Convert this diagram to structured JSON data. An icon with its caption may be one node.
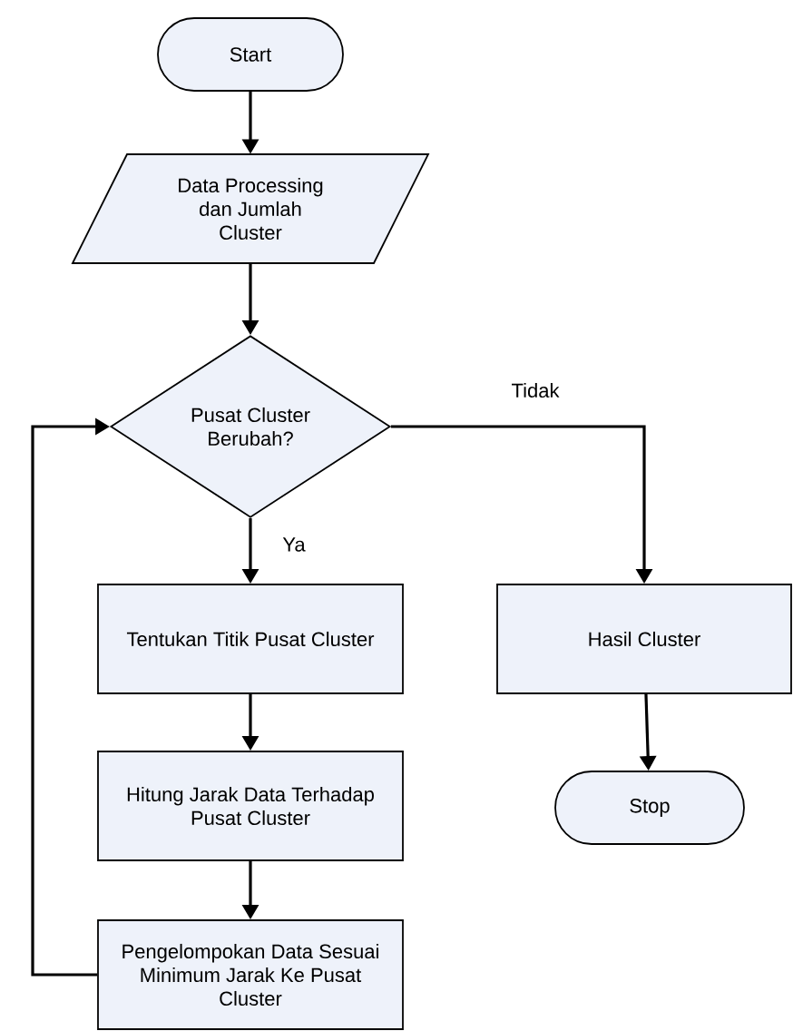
{
  "diagram": {
    "nodes": [
      {
        "text": [
          "Start"
        ]
      },
      {
        "text": [
          "Data Processing dan Jumlah Cluster"
        ]
      },
      {
        "text": [
          "Pusat Cluster Berubah?"
        ]
      },
      {
        "text": [
          "Tentukan Titik Pusat Cluster"
        ]
      },
      {
        "text": [
          "Hitung Jarak Data Terhadap Pusat Cluster"
        ]
      },
      {
        "text": [
          "Pengelompokan Data Sesuai Minimum Jarak Ke Pusat Cluster"
        ]
      },
      {
        "text": [
          "Hasil Cluster"
        ]
      },
      {
        "text": [
          "Stop"
        ]
      }
    ],
    "edges": [
      {
        "from": 0,
        "to": 1,
        "arrow": "to"
      },
      {
        "from": 1,
        "to": 2,
        "arrow": "to"
      },
      {
        "from": 2,
        "to": 3,
        "arrow": "to",
        "label": "Ya"
      },
      {
        "from": 2,
        "to": 6,
        "arrow": "to",
        "label": "Tidak"
      },
      {
        "from": 3,
        "to": 4,
        "arrow": "to"
      },
      {
        "from": 4,
        "to": 5,
        "arrow": "to"
      },
      {
        "from": 5,
        "to": 2,
        "arrow": "to"
      },
      {
        "from": 6,
        "to": 7,
        "arrow": "to"
      }
    ]
  }
}
